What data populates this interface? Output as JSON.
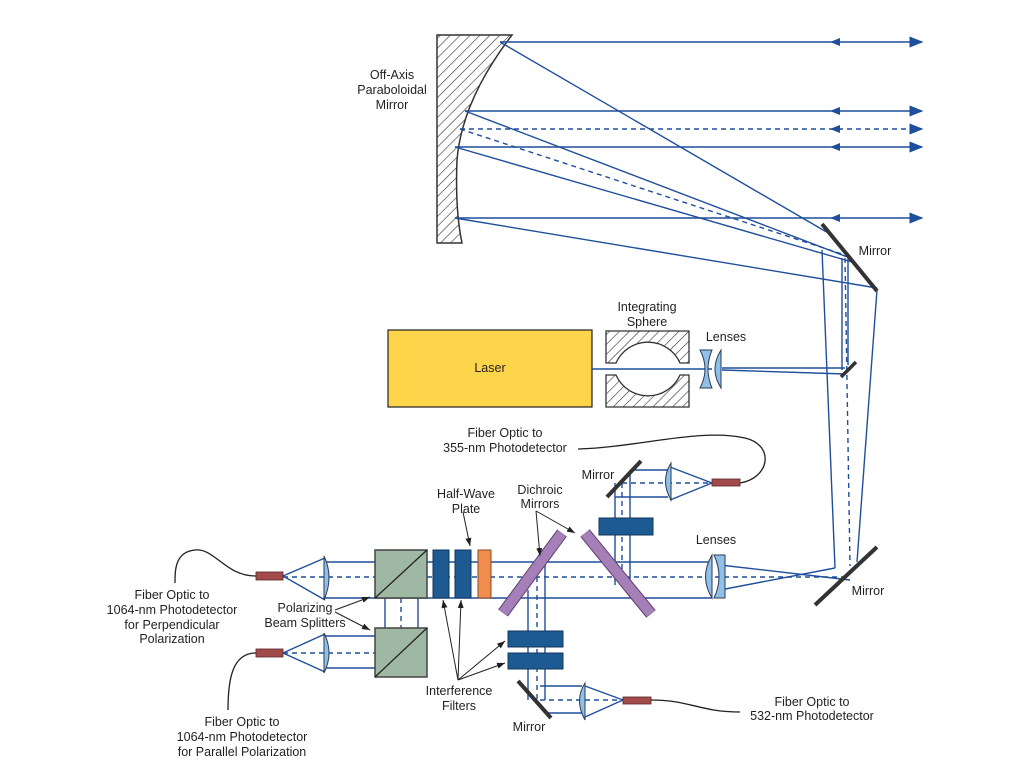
{
  "labels": {
    "paraboloidal_mirror": [
      "Off-Axis",
      "Paraboloidal",
      "Mirror"
    ],
    "mirror_top": "Mirror",
    "integrating_sphere": [
      "Integrating",
      "Sphere"
    ],
    "lenses_top": "Lenses",
    "laser": "Laser",
    "fiber_355": [
      "Fiber Optic to",
      "355-nm Photodetector"
    ],
    "mirror_upper_small": "Mirror",
    "dichroic": [
      "Dichroic",
      "Mirrors"
    ],
    "half_wave": [
      "Half-Wave",
      "Plate"
    ],
    "lenses_bottom": "Lenses",
    "mirror_bottom_right": "Mirror",
    "fiber_perp": [
      "Fiber Optic to",
      "1064-nm Photodetector",
      "for Perpendicular",
      "Polarization"
    ],
    "polarizing": [
      "Polarizing",
      "Beam Splitters"
    ],
    "fiber_par": [
      "Fiber Optic to",
      "1064-nm Photodetector",
      "for Parallel Polarization"
    ],
    "interference": [
      "Interference",
      "Filters"
    ],
    "mirror_bottom": "Mirror",
    "fiber_532": [
      "Fiber Optic to",
      "532-nm Photodetector"
    ]
  },
  "colors": {
    "beam": "#1f4e9c",
    "laser": "#fdd44a",
    "beam_splitter": "#9fb8a4",
    "filter": "#1c5a91",
    "half_wave_plate": "#f08c4e",
    "dichroic_mirror": "#a57fb8",
    "fiber": "#a14b4b",
    "lens": "#8fc1e8"
  }
}
